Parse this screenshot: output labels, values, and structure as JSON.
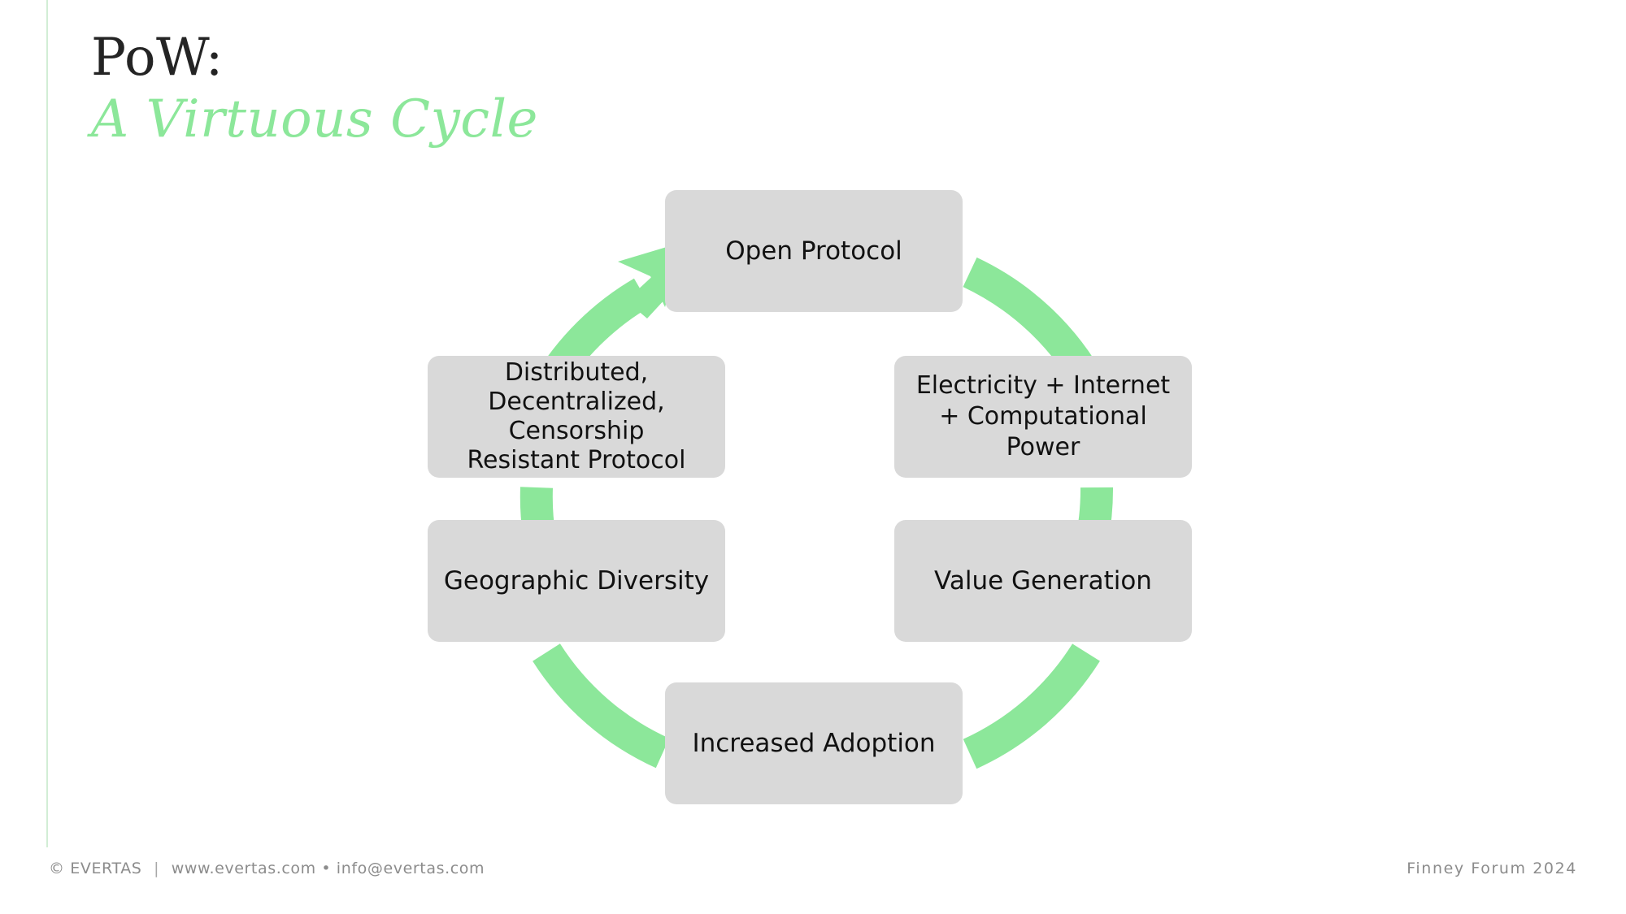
{
  "slide": {
    "title_line1": "PoW:",
    "title_line2": "A Virtuous Cycle",
    "background_color": "#ffffff",
    "accent_color": "#8ce79a",
    "accent_rule_color": "#d2eed5",
    "node_fill_color": "#d9d9d9",
    "node_text_color": "#111111",
    "arc_color": "#8ce79a"
  },
  "diagram": {
    "type": "cycle",
    "direction": "clockwise",
    "node_count": 6,
    "nodes": [
      {
        "id": "open-protocol",
        "label": "Open Protocol",
        "position": "top"
      },
      {
        "id": "electricity",
        "label": "Electricity + Internet\n+ Computational\nPower",
        "position": "upper-right"
      },
      {
        "id": "value-generation",
        "label": "Value Generation",
        "position": "lower-right"
      },
      {
        "id": "increased-adoption",
        "label": "Increased Adoption",
        "position": "bottom"
      },
      {
        "id": "geographic",
        "label": "Geographic Diversity",
        "position": "lower-left"
      },
      {
        "id": "distributed",
        "label": "Distributed,\nDecentralized,\nCensorship\nResistant Protocol",
        "position": "upper-left"
      }
    ],
    "arrow_head": {
      "between": "distributed -> open-protocol",
      "description": "green curved arrow with arrowhead pointing up-right"
    }
  },
  "footer": {
    "copyright": "© EVERTAS",
    "separator": "|",
    "links": "www.evertas.com • info@evertas.com",
    "event": "Finney Forum 2024"
  }
}
